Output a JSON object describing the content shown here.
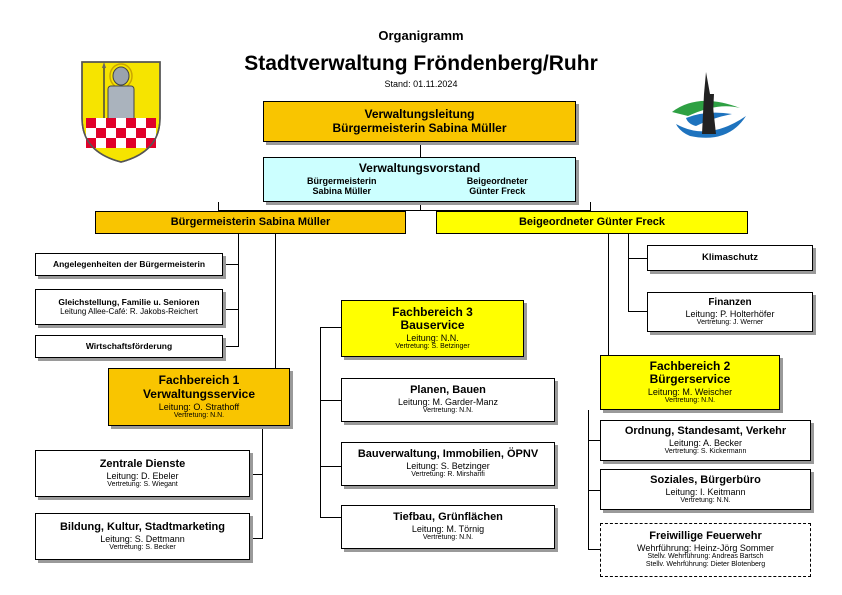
{
  "header": {
    "kicker": "Organigramm",
    "title": "Stadtverwaltung Fröndenberg/Ruhr",
    "date": "Stand: 01.11.2024"
  },
  "colors": {
    "orange": "#F9C500",
    "yellow": "#FFFF00",
    "cyan": "#CCFFFF",
    "shield_yellow": "#F6E400",
    "shield_red": "#E0002A",
    "logo_blue": "#1E73BE",
    "logo_green": "#2EA043"
  },
  "icons": {
    "coat_of_arms": "coat-of-arms-icon",
    "city_logo": "city-logo-icon"
  },
  "top": {
    "leitung_line1": "Verwaltungsleitung",
    "leitung_line2": "Bürgermeisterin Sabina Müller",
    "vorstand_title": "Verwaltungsvorstand",
    "vorstand_left1": "Bürgermeisterin",
    "vorstand_left2": "Sabina Müller",
    "vorstand_right1": "Beigeordneter",
    "vorstand_right2": "Günter Freck"
  },
  "branches": {
    "left": "Bürgermeisterin Sabina Müller",
    "right": "Beigeordneter Günter Freck"
  },
  "staff_left": {
    "angelegenheiten": "Angelegenheiten der Bürgermeisterin",
    "gleich_title": "Gleichstellung, Familie u. Senioren",
    "gleich_sub": "Leitung Allee-Café: R. Jakobs-Reichert",
    "wirtschaft": "Wirtschaftsförderung"
  },
  "staff_right": {
    "klima": "Klimaschutz",
    "finanzen_title": "Finanzen",
    "finanzen_leitung": "Leitung: P. Holterhöfer",
    "finanzen_vertretung": "Vertretung: J. Werner"
  },
  "fb1": {
    "line1": "Fachbereich 1",
    "line2": "Verwaltungsservice",
    "leitung": "Leitung: O. Strathoff",
    "vertretung": "Vertretung: N.N.",
    "units": [
      {
        "title": "Zentrale Dienste",
        "leitung": "Leitung: D. Ebeler",
        "vertretung": "Vertretung: S. Wiegant"
      },
      {
        "title": "Bildung, Kultur, Stadtmarketing",
        "leitung": "Leitung: S. Dettmann",
        "vertretung": "Vertretung: S. Becker"
      }
    ]
  },
  "fb3": {
    "line1": "Fachbereich 3",
    "line2": "Bauservice",
    "leitung": "Leitung: N.N.",
    "vertretung": "Vertretung: S. Betzinger",
    "units": [
      {
        "title": "Planen, Bauen",
        "leitung": "Leitung: M. Garder-Manz",
        "vertretung": "Vertretung: N.N."
      },
      {
        "title": "Bauverwaltung, Immobilien, ÖPNV",
        "leitung": "Leitung: S. Betzinger",
        "vertretung": "Vertretung: R. Mirsharifi"
      },
      {
        "title": "Tiefbau, Grünflächen",
        "leitung": "Leitung: M. Törnig",
        "vertretung": "Vertretung: N.N."
      }
    ]
  },
  "fb2": {
    "line1": "Fachbereich 2",
    "line2": "Bürgerservice",
    "leitung": "Leitung: M. Weischer",
    "vertretung": "Vertretung: N.N.",
    "units": [
      {
        "title": "Ordnung, Standesamt, Verkehr",
        "leitung": "Leitung: A. Becker",
        "vertretung": "Vertretung: S. Kickermann"
      },
      {
        "title": "Soziales, Bürgerbüro",
        "leitung": "Leitung: I. Keitmann",
        "vertretung": "Vertretung: N.N."
      }
    ],
    "feuerwehr": {
      "title": "Freiwillige Feuerwehr",
      "leitung": "Wehrführung: Heinz-Jörg Sommer",
      "vert1": "Stellv. Wehrführung: Andreas Bartsch",
      "vert2": "Stellv. Wehrführung: Dieter Blotenberg"
    }
  }
}
